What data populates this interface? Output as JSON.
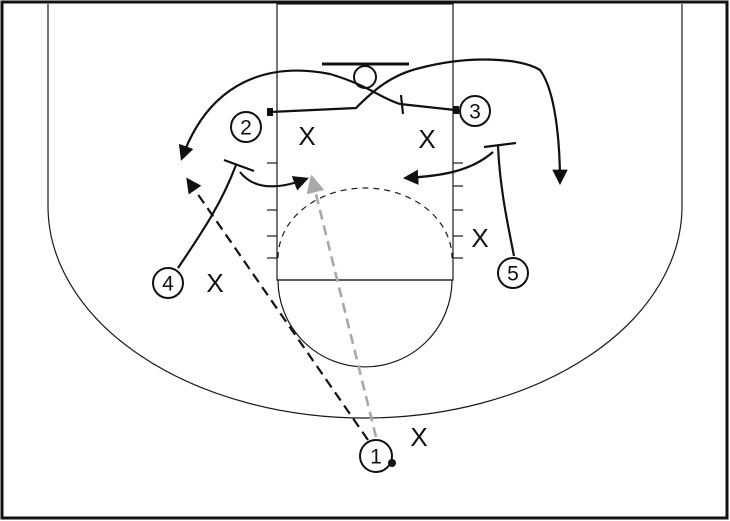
{
  "players": [
    {
      "id": "1",
      "label": "1"
    },
    {
      "id": "2",
      "label": "2"
    },
    {
      "id": "3",
      "label": "3"
    },
    {
      "id": "4",
      "label": "4"
    },
    {
      "id": "5",
      "label": "5"
    }
  ],
  "defenders": [
    {
      "id": "x1",
      "label": "X"
    },
    {
      "id": "x2",
      "label": "X"
    },
    {
      "id": "x3",
      "label": "X"
    },
    {
      "id": "x4",
      "label": "X"
    },
    {
      "id": "x5",
      "label": "X"
    }
  ],
  "colors": {
    "line": "#1a1a1a",
    "pass_primary": "#111111",
    "pass_secondary": "#a8a8a8",
    "background": "#ffffff"
  }
}
